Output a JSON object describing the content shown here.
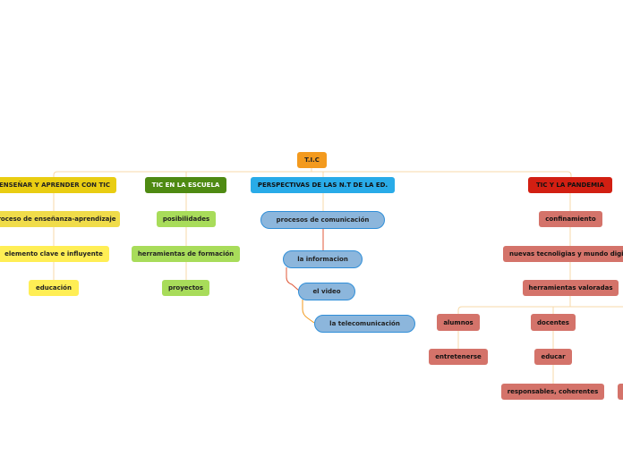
{
  "root": {
    "label": "T.I.C"
  },
  "branches": [
    {
      "label": "ENSEÑAR Y APRENDER CON TIC",
      "children": [
        "proceso de enseñanza-aprendizaje",
        "elemento clave e influyente",
        "educación"
      ]
    },
    {
      "label": "TIC EN LA ESCUELA",
      "children": [
        "posibilidades",
        "herramientas de formación",
        "proyectos"
      ]
    },
    {
      "label": "PERSPECTIVAS DE LAS N.T DE LA ED.",
      "children": [
        "procesos de comunicación",
        "la informacion",
        "el video",
        "la telecomunicación"
      ]
    },
    {
      "label": "TIC Y LA PANDEMIA",
      "children": [
        "confinamiento",
        "nuevas tecnoligias y mundo digital",
        "herramientas valoradas"
      ],
      "sub": [
        {
          "label": "alumnos",
          "children": [
            "entretenerse"
          ]
        },
        {
          "label": "docentes",
          "children": [
            "educar",
            "responsables, coherentes"
          ]
        }
      ]
    }
  ],
  "colors": {
    "root": "#f39a1e",
    "branch_yellow": "#e9cd12",
    "branch_green": "#4e8a12",
    "branch_blue": "#29abe8",
    "branch_red": "#d21f12",
    "connector": "#f7d9a8"
  }
}
